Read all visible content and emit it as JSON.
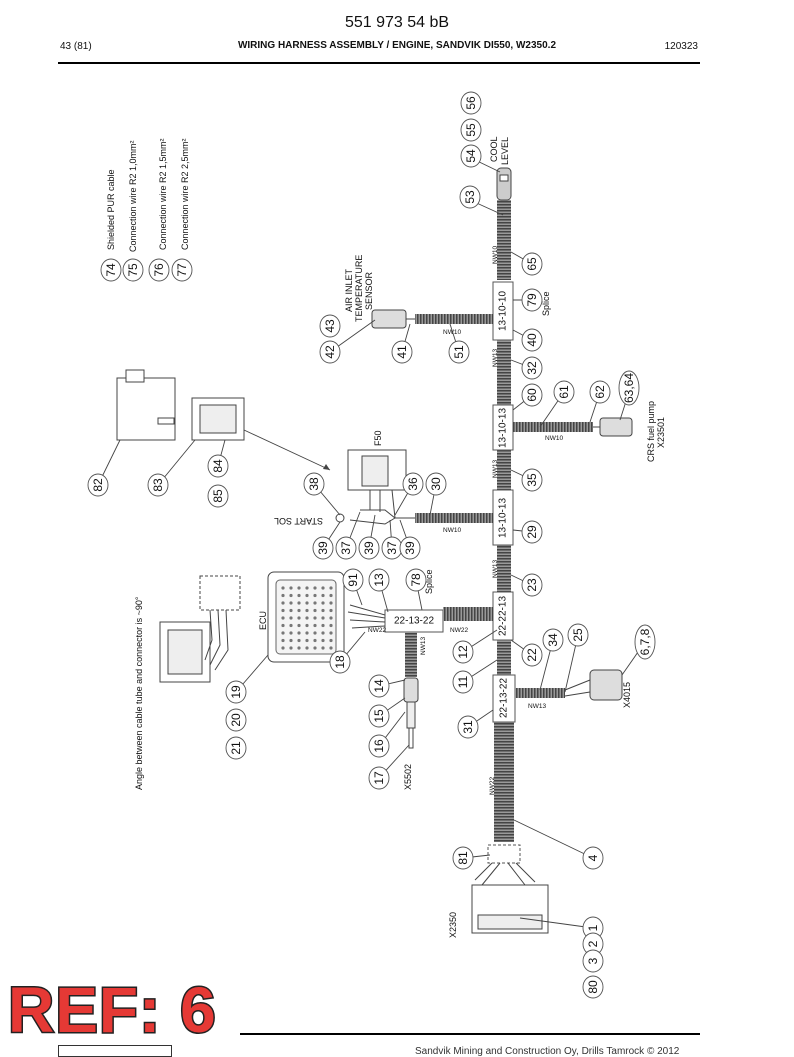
{
  "header": {
    "doc_number": "551 973 54 bB",
    "page_ref": "43 (81)",
    "title": "WIRING HARNESS ASSEMBLY / ENGINE, SANDVIK DI550, W2350.2",
    "date": "120323"
  },
  "stamp": "REF: 6",
  "footer": {
    "text": "Sandvik Mining and Construction Oy, Drills Tamrock © 2012"
  },
  "legend": [
    {
      "num": "74",
      "text": "Shielded PUR cable"
    },
    {
      "num": "75",
      "text": "Connection wire R2 1,0mm²"
    },
    {
      "num": "76",
      "text": "Connection wire R2 1,5mm²"
    },
    {
      "num": "77",
      "text": "Connection wire R2 2,5mm²"
    }
  ],
  "labels": {
    "angle_note": "Angle between cable tube and connector is ~90°",
    "ecu": "ECU",
    "cool_level_1": "COOL",
    "cool_level_2": "LEVEL",
    "air_inlet_1": "AIR INLET",
    "air_inlet_2": "TEMPERATURE",
    "air_inlet_3": "SENSOR",
    "splice_79": "Splice",
    "splice_78": "Splice",
    "f50": "F50",
    "start_sol": "START SOL",
    "crs_fuel_pump": "CRS fuel pump",
    "x23501": "X23501",
    "x4015": "X4015",
    "x5502": "X5502",
    "x2350": "X2350"
  },
  "junctions": [
    {
      "id": "j1",
      "text": "13-10-10"
    },
    {
      "id": "j2",
      "text": "13-10-13"
    },
    {
      "id": "j3",
      "text": "13-10-13"
    },
    {
      "id": "j4",
      "text": "22-22-13"
    },
    {
      "id": "j5",
      "text": "22-13-22"
    },
    {
      "id": "j6",
      "text": "22-13-22"
    }
  ],
  "nw_labels": [
    "NW10",
    "NW10",
    "NW13",
    "NW10",
    "NW13",
    "NW10",
    "NW13",
    "NW22",
    "NW22",
    "NW13",
    "NW13",
    "NW22"
  ],
  "callouts": [
    "56",
    "55",
    "54",
    "53",
    "65",
    "79",
    "40",
    "32",
    "60",
    "61",
    "62",
    "63,64",
    "35",
    "29",
    "23",
    "22",
    "12",
    "11",
    "34",
    "25",
    "6,7,8",
    "31",
    "4",
    "81",
    "1",
    "2",
    "3",
    "80",
    "74",
    "75",
    "76",
    "77",
    "42",
    "43",
    "41",
    "51",
    "82",
    "83",
    "84",
    "85",
    "38",
    "36",
    "30",
    "39",
    "37",
    "39",
    "37",
    "39",
    "91",
    "13",
    "78",
    "18",
    "14",
    "15",
    "16",
    "17",
    "19",
    "20",
    "21"
  ]
}
